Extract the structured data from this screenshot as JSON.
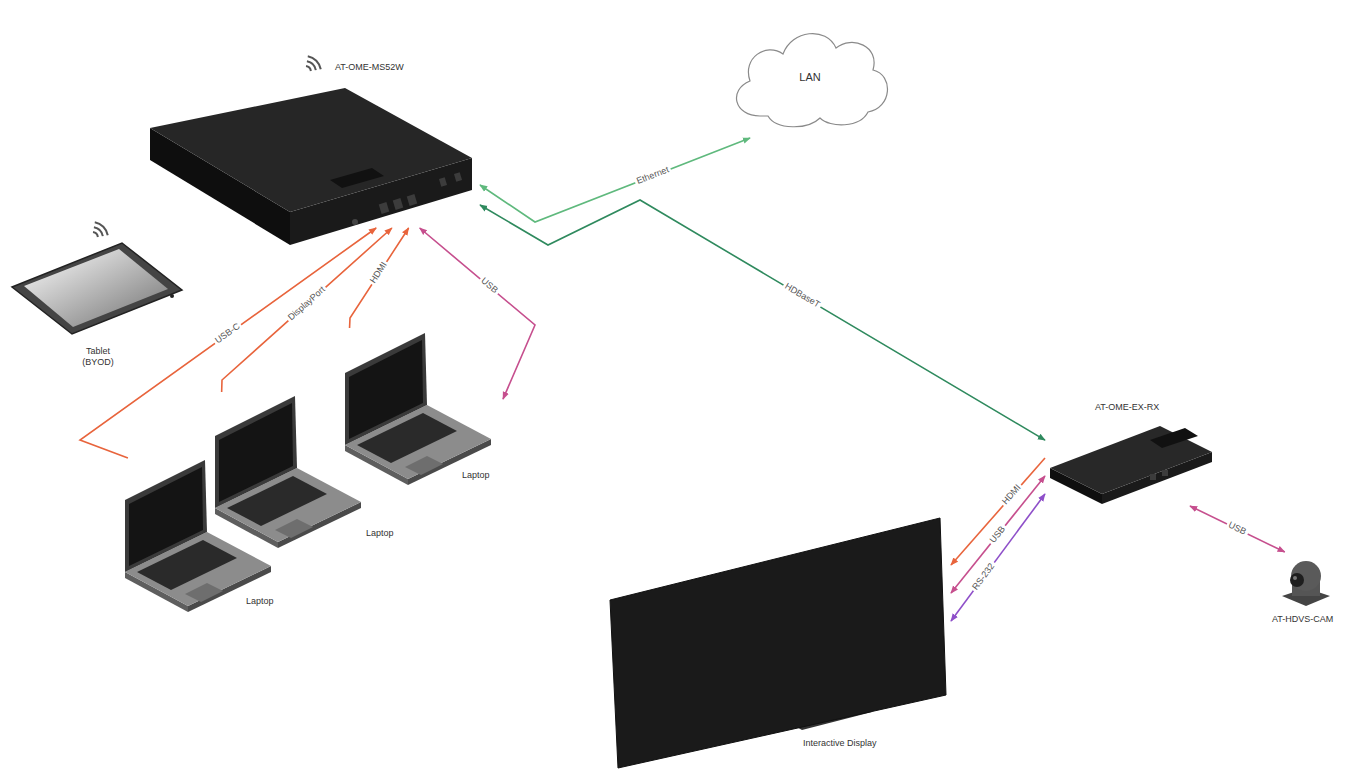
{
  "diagram": {
    "nodes": [
      {
        "text": [
          "AT-OME-MS52W"
        ]
      },
      {
        "text": [
          "LAN"
        ]
      },
      {
        "text": [
          "Tablet (BYOD)"
        ]
      },
      {
        "text": [
          "Laptop"
        ]
      },
      {
        "text": [
          "Laptop"
        ]
      },
      {
        "text": [
          "Laptop"
        ]
      },
      {
        "text": [
          "AT-OME-EX-RX"
        ]
      },
      {
        "text": [
          "Interactive Display"
        ]
      },
      {
        "text": [
          "AT-HDVS-CAM"
        ]
      }
    ],
    "edges": [
      {
        "from": 5,
        "to": 0,
        "label": "USB-C",
        "arrow": "to"
      },
      {
        "from": 4,
        "to": 0,
        "label": "DisplayPort",
        "arrow": "to"
      },
      {
        "from": 3,
        "to": 0,
        "label": "HDMI",
        "arrow": "to"
      },
      {
        "from": 0,
        "to": 3,
        "label": "USB",
        "arrow": "both"
      },
      {
        "from": 0,
        "to": 1,
        "label": "Ethernet",
        "arrow": "both"
      },
      {
        "from": 0,
        "to": 6,
        "label": "HDBaseT",
        "arrow": "both"
      },
      {
        "from": 6,
        "to": 7,
        "label": "HDMI",
        "arrow": "to"
      },
      {
        "from": 6,
        "to": 7,
        "label": "USB",
        "arrow": "both"
      },
      {
        "from": 6,
        "to": 7,
        "label": "RS-232",
        "arrow": "both"
      },
      {
        "from": 6,
        "to": 8,
        "label": "USB",
        "arrow": "both"
      }
    ]
  }
}
